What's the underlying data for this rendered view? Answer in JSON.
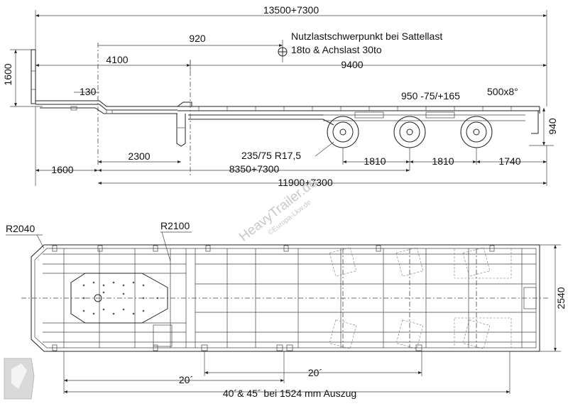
{
  "side_view": {
    "dim_overall_length": "13500+7300",
    "dim_920": "920",
    "dim_4100": "4100",
    "dim_9400": "9400",
    "dim_1600_height": "1600",
    "dim_130": "130",
    "dim_950": "950 -75/+165",
    "dim_500x8": "500x8°",
    "dim_940": "940",
    "tire_size": "235/75 R17,5",
    "dim_2300": "2300",
    "dim_1810_a": "1810",
    "dim_1810_b": "1810",
    "dim_1740": "1740",
    "dim_1600_front": "1600",
    "dim_8350": "8350+7300",
    "dim_11900": "11900+7300",
    "note_line1": "Nutzlastschwerpunkt bei Sattellast",
    "note_line2": "18to & Achslast 30to"
  },
  "top_view": {
    "radius_front": "R2040",
    "radius_rear": "R2100",
    "width": "2540",
    "dim_20_a": "20´",
    "dim_20_b": "20´",
    "dim_40_45": "40´& 45´ bei 1524 mm Auszug"
  },
  "watermark": {
    "brand": "HeavyTrailer.de",
    "copyright": "©Europa-Lkw.de"
  }
}
